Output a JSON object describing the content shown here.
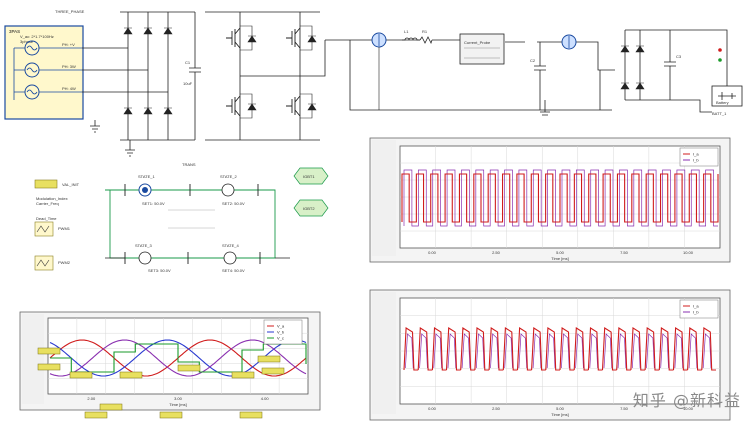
{
  "watermark": "知乎 @新科益",
  "source_block": {
    "title": "3PAS",
    "line1": "V_ac: 2*1.7*100Hz",
    "line2": "3phase",
    "phases": [
      "PH: +V",
      "PH: 3W",
      "PH: 4W"
    ]
  },
  "top_labels": {
    "source_tag": "THREE_PHASE",
    "cap_c1": "C1",
    "cap_c1_val": "10uF",
    "inductor": "L1",
    "resistor": "R1",
    "current_probe": "Current_Probe",
    "cap_c2": "C2",
    "cap_c3": "C3",
    "battery": "Battery",
    "load_tag": "BATT_1"
  },
  "state_machine": {
    "title": "TRANS",
    "left_box": "VAL_INIT",
    "state1": "STATE_1",
    "state2": "STATE_2",
    "state3": "STATE_3",
    "state4": "STATE_4",
    "assign_lines": [
      "SET1: 50.0V",
      "SET2: 50.0V",
      "SET3: 50.0V",
      "SET4: 50.0V"
    ],
    "side_tags": [
      "IGBT1",
      "IGBT2"
    ]
  },
  "plots": [
    {
      "xlabel": "Time [ms]",
      "xticks": [
        "0.00",
        "2.50",
        "5.00",
        "7.50",
        "10.00"
      ],
      "legend": [
        "I_a",
        "I_b"
      ]
    },
    {
      "xlabel": "Time [ms]",
      "xticks": [
        "2.00",
        "3.00",
        "4.00"
      ],
      "legend": [
        "V_a",
        "V_b",
        "V_c"
      ]
    },
    {
      "xlabel": "Time [ms]",
      "xticks": [
        "0.00",
        "2.50",
        "5.00",
        "7.50",
        "10.00"
      ],
      "legend": [
        "I_a",
        "I_b"
      ]
    }
  ],
  "colors": {
    "wire": "#222222",
    "sourceBox": "#1a4aa0",
    "sourceFill": "#fff8cc",
    "plotRed": "#d01c1c",
    "plotBlue": "#2a3ad0",
    "plotGreen": "#1a9a2a",
    "plotPurple": "#8a30b0",
    "tagYellow": "#e8e060",
    "tagGreen": "#d8f0c8",
    "stateLine": "#1a9a4a"
  }
}
